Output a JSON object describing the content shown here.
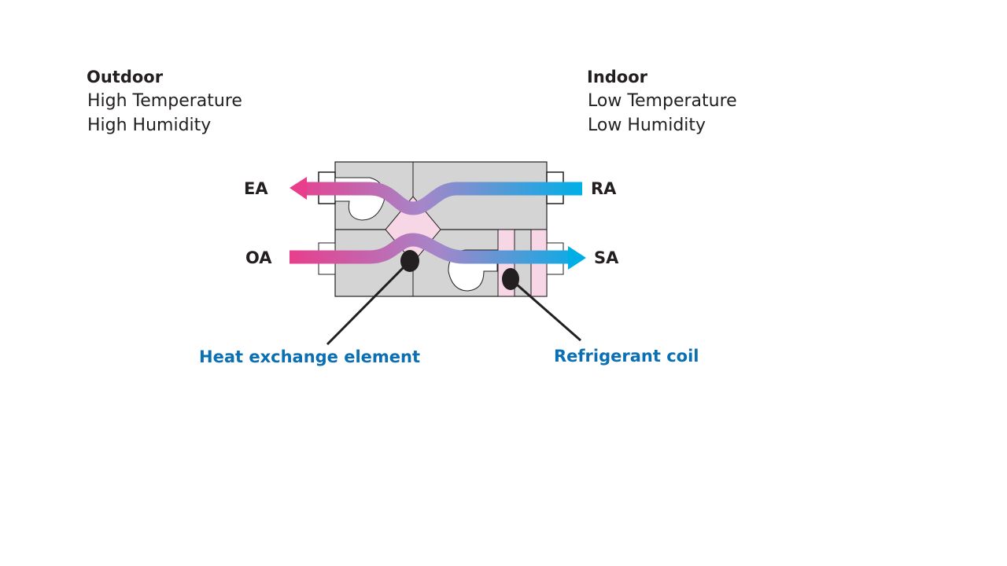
{
  "outdoor": {
    "title": "Outdoor",
    "line1": "High Temperature",
    "line2": "High Humidity"
  },
  "indoor": {
    "title": "Indoor",
    "line1": "Low Temperature",
    "line2": "Low Humidity"
  },
  "ports": {
    "ea": "EA",
    "oa": "OA",
    "ra": "RA",
    "sa": "SA"
  },
  "callouts": {
    "heat_exchange": "Heat exchange element",
    "refrigerant_coil": "Refrigerant coil"
  },
  "colors": {
    "outdoor_air": "#e83e8c",
    "indoor_air": "#00aee6",
    "mixed": "#a586c9",
    "callout": "#0b6fb3",
    "housing": "#d4d4d4",
    "element": "#f7d6e6"
  }
}
